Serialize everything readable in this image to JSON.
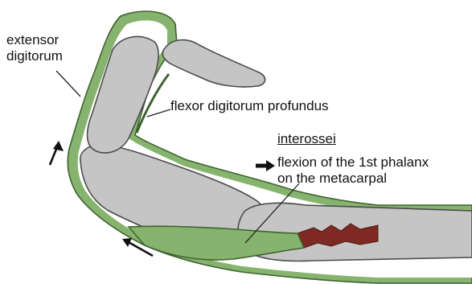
{
  "labels": {
    "extensor_line1": "extensor",
    "extensor_line2": "digitorum",
    "flexor_profundus": "flexor digitorum profundus",
    "interossei_title": "interossei",
    "flexion_line1": "flexion of the 1st phalanx",
    "flexion_line2": "on the metacarpal"
  },
  "colors": {
    "tendon_green": "#86b46e",
    "muscle_dark": "#7e2a22",
    "bone_gray": "#c5c5c5"
  }
}
